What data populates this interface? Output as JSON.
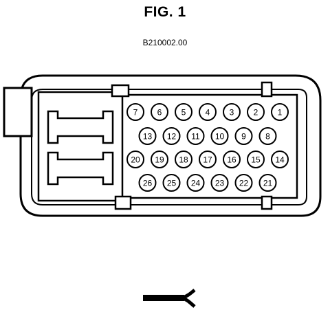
{
  "figure": {
    "title": "FIG. 1",
    "code": "B210002.00"
  },
  "connector": {
    "rows": [
      [
        "7",
        "6",
        "5",
        "4",
        "3",
        "2",
        "1"
      ],
      [
        "13",
        "12",
        "11",
        "10",
        "9",
        "8"
      ],
      [
        "20",
        "19",
        "18",
        "17",
        "16",
        "15",
        "14"
      ],
      [
        "26",
        "25",
        "24",
        "23",
        "22",
        "21"
      ]
    ]
  }
}
